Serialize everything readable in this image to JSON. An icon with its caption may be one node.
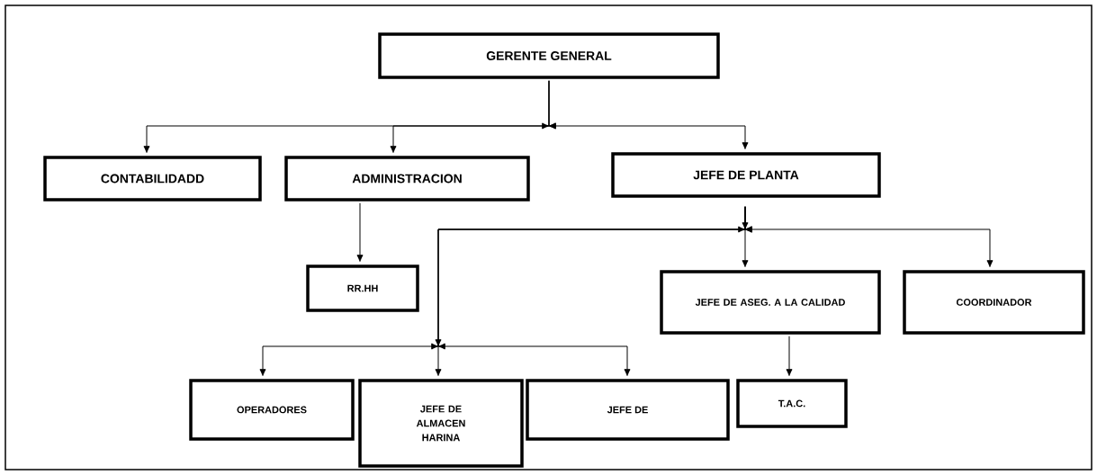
{
  "diagram": {
    "nodes": [
      {
        "text": [
          "GERENTE GENERAL"
        ]
      },
      {
        "text": [
          "CONTABILIDADD"
        ]
      },
      {
        "text": [
          "ADMINISTRACION"
        ]
      },
      {
        "text": [
          "JEFE DE PLANTA"
        ]
      },
      {
        "text": [
          "RR.HH"
        ]
      },
      {
        "text": [
          "JEFE DE ASEG. A LA CALIDAD"
        ]
      },
      {
        "text": [
          "COORDINADOR"
        ]
      },
      {
        "text": [
          "OPERADORES"
        ]
      },
      {
        "text": [
          "JEFE DE ALMACEN HARINA"
        ]
      },
      {
        "text": [
          "JEFE DE"
        ]
      },
      {
        "text": [
          "T.A.C."
        ]
      }
    ],
    "edges": [
      {
        "from": 0,
        "to": 1,
        "arrow": "to"
      },
      {
        "from": 0,
        "to": 2,
        "arrow": "to"
      },
      {
        "from": 0,
        "to": 3,
        "arrow": "to"
      },
      {
        "from": 2,
        "to": 4,
        "arrow": "to"
      },
      {
        "from": 3,
        "to": 5,
        "arrow": "to"
      },
      {
        "from": 3,
        "to": 6,
        "arrow": "to"
      },
      {
        "from": 3,
        "to": 7,
        "arrow": "to"
      },
      {
        "from": 3,
        "to": 8,
        "arrow": "to"
      },
      {
        "from": 3,
        "to": 9,
        "arrow": "to"
      },
      {
        "from": 5,
        "to": 10,
        "arrow": "to"
      }
    ]
  }
}
